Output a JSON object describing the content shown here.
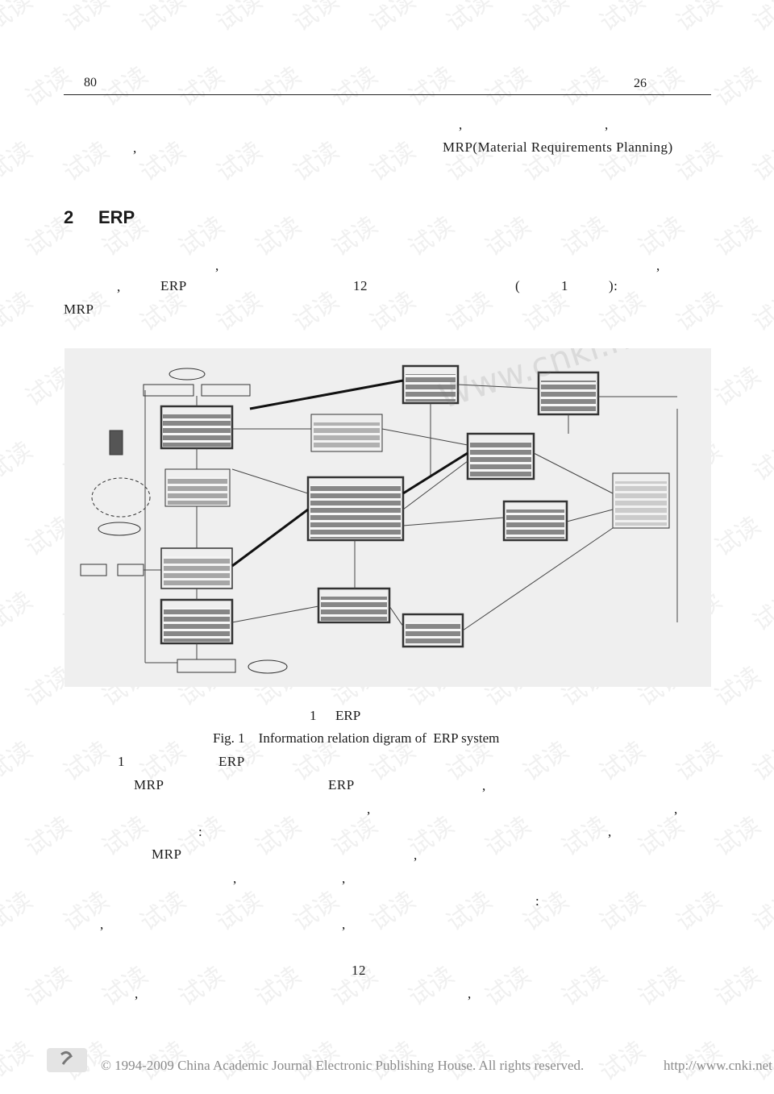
{
  "header": {
    "page_number": "80",
    "issue": "26"
  },
  "intro": {
    "line1_commas": [
      ",",
      ","
    ],
    "line2_comma": ",",
    "mrp_term": "MRP(Material Requirements Planning)"
  },
  "section": {
    "number": "2",
    "title": "ERP"
  },
  "para1": {
    "comma_a": ",",
    "comma_b": ",",
    "comma_c": ",",
    "erp": "ERP",
    "count": "12",
    "paren_open": "(",
    "fig_no": "1",
    "paren_close": "):",
    "mrp": "MRP"
  },
  "figure": {
    "watermark_text": "Www.cnki.net"
  },
  "caption": {
    "cn_number": "1",
    "cn_label": "ERP",
    "en": "Fig. 1    Information relation digram of  ERP system"
  },
  "para2": {
    "fig_ref": "1",
    "erp_a": "ERP",
    "mrp_a": "MRP",
    "erp_b": "ERP",
    "comma1": ",",
    "comma2": ",",
    "comma3": ",",
    "colon1": ":",
    "comma4": ",",
    "mrp_b": "MRP",
    "comma5": ",",
    "comma6": ",",
    "comma7": ",",
    "colon2": ":",
    "comma8": ",",
    "comma9": ","
  },
  "para3": {
    "count": "12",
    "comma_a": ",",
    "comma_b": ","
  },
  "footer": {
    "copyright": "© 1994-2009 China Academic Journal Electronic Publishing House. All rights reserved.",
    "url": "http://www.cnki.net"
  },
  "watermark": {
    "text": "试读"
  }
}
